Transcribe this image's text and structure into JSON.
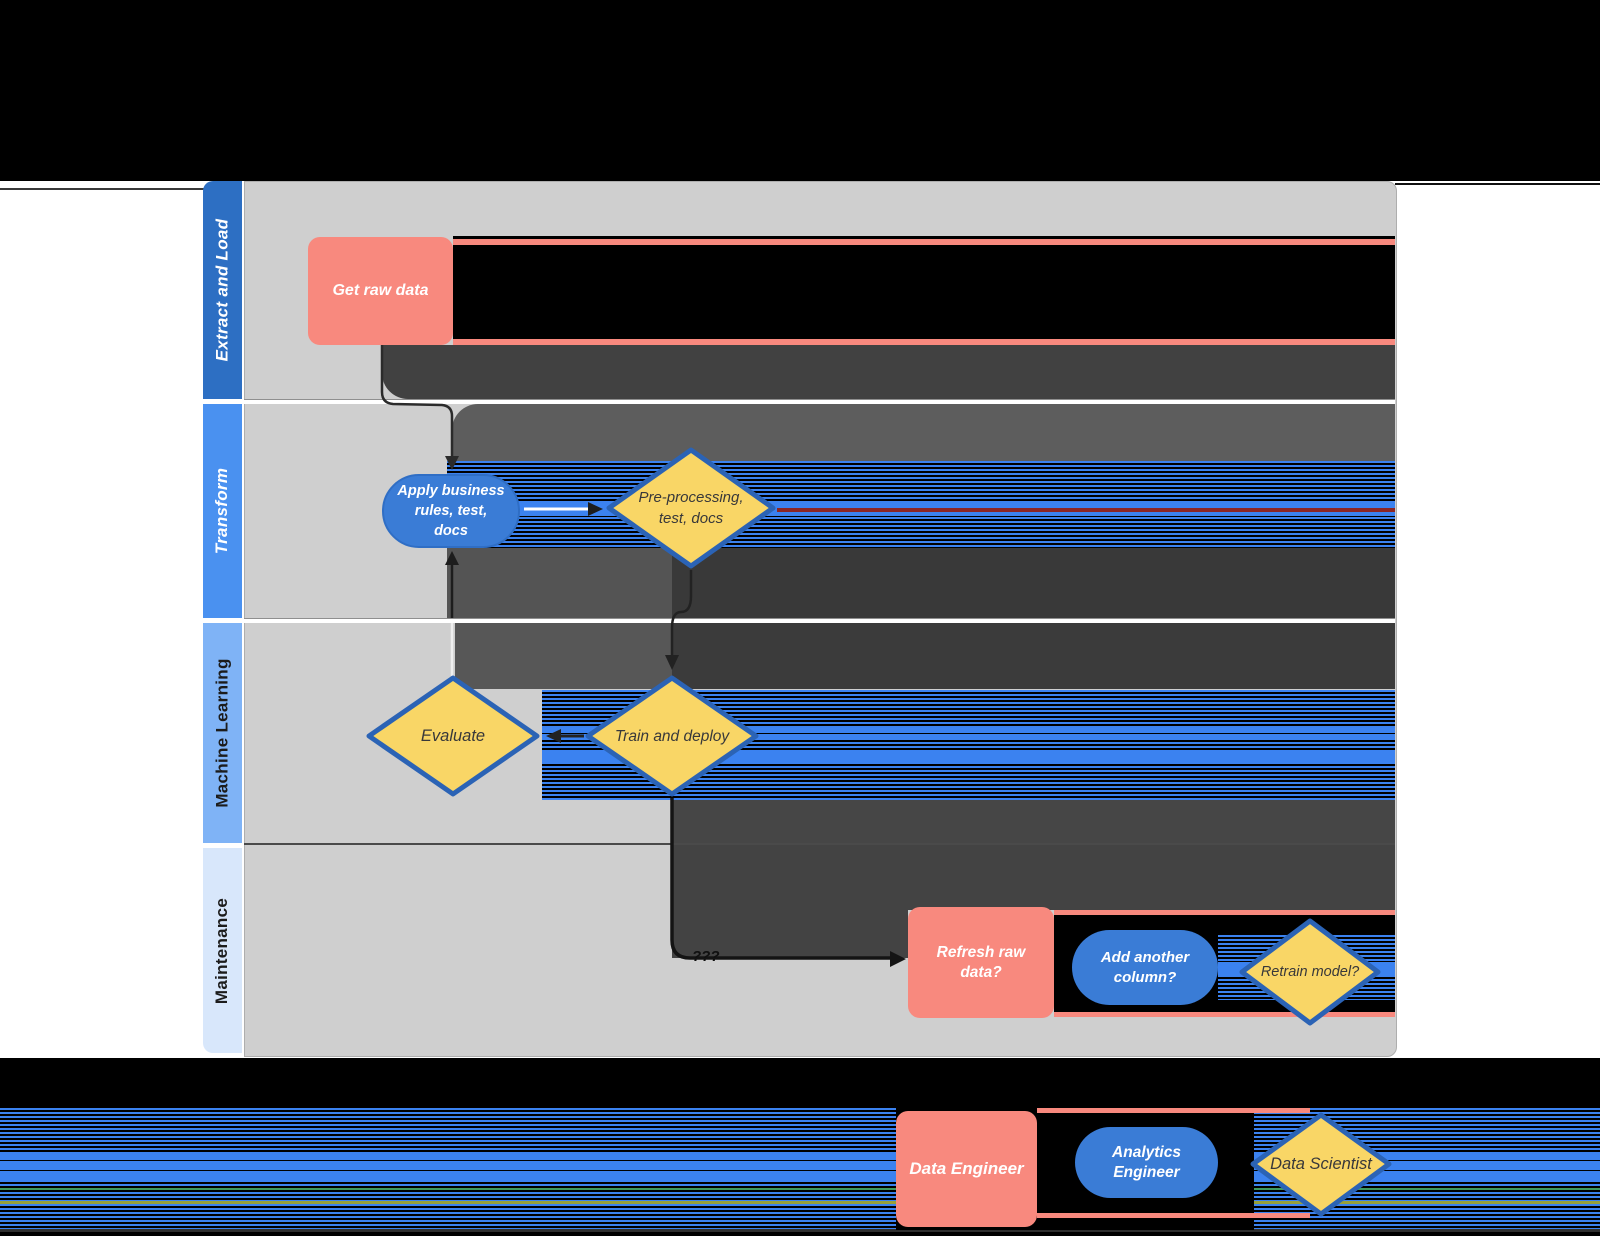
{
  "colors": {
    "salmon": "#f8897e",
    "node_blue": "#3a7cd6",
    "node_blue_border": "#2f6ec5",
    "yellow": "#f9d666",
    "diamond_border": "#2b63b5",
    "stripe_blue": "#3b82f0",
    "lane_gray": "#cfcfcf",
    "header_el": "#2d6fc3",
    "header_transform": "#4a91f0",
    "header_ml": "#7fb3f6",
    "header_maint": "#d8e7fb"
  },
  "lanes": [
    {
      "label": "Extract and Load"
    },
    {
      "label": "Transform"
    },
    {
      "label": "Machine Learning"
    },
    {
      "label": "Maintenance"
    }
  ],
  "nodes": {
    "get_raw_data": {
      "label": "Get raw data"
    },
    "apply_rules": {
      "lines": [
        "Apply business",
        "rules, test,",
        "docs"
      ]
    },
    "preprocessing": {
      "lines": [
        "Pre-processing,",
        "test, docs"
      ]
    },
    "evaluate": {
      "label": "Evaluate"
    },
    "train_deploy": {
      "label": "Train and deploy"
    },
    "refresh": {
      "lines": [
        "Refresh raw",
        "data?"
      ]
    },
    "add_column": {
      "lines": [
        "Add another",
        "column?"
      ]
    },
    "retrain": {
      "label": "Retrain model?"
    }
  },
  "edge_labels": {
    "unknown": "???"
  },
  "legend": {
    "data_engineer": {
      "label": "Data Engineer"
    },
    "analytics_engineer": {
      "lines": [
        "Analytics",
        "Engineer"
      ]
    },
    "data_scientist": {
      "label": "Data Scientist"
    }
  }
}
